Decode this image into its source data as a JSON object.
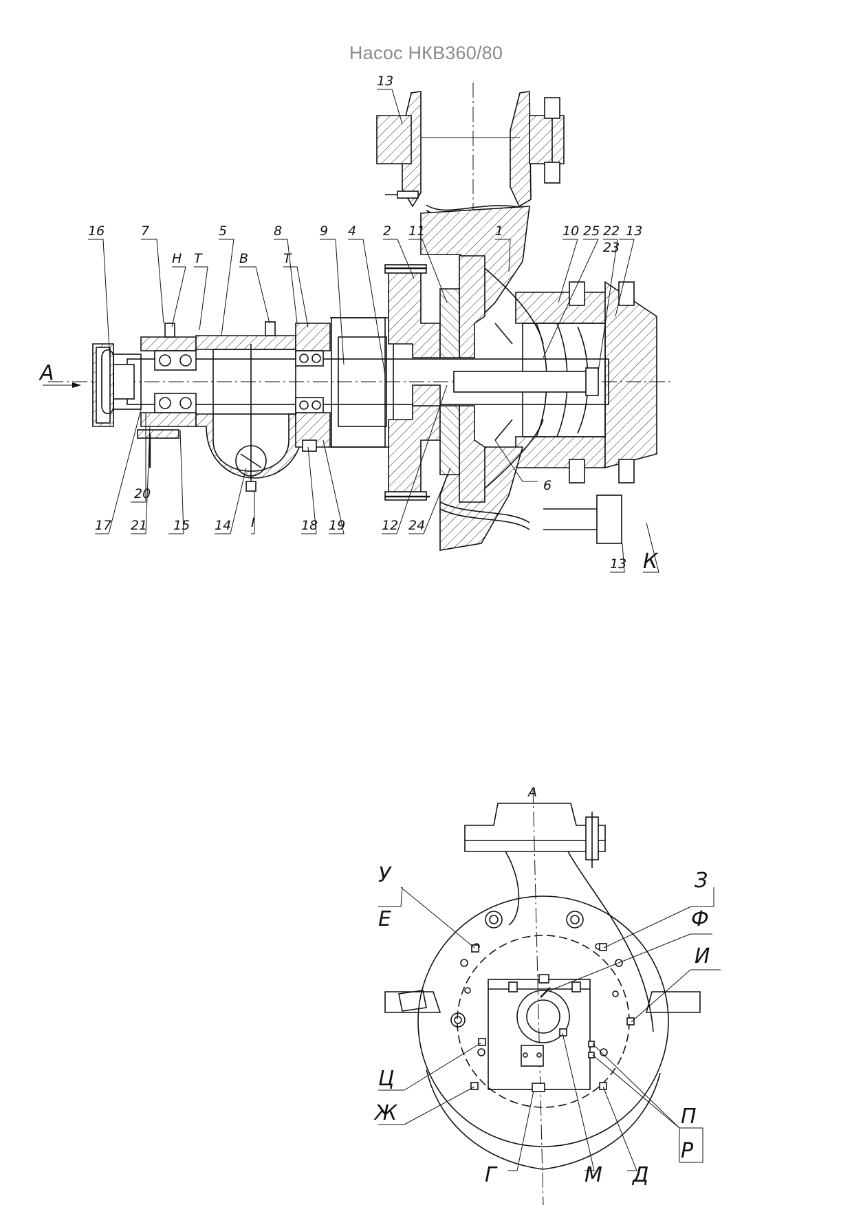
{
  "title": "Насос НКВ360/80",
  "section_view": {
    "direction_label": "А",
    "callouts": {
      "c16": "16",
      "c7": "7",
      "cH": "Н",
      "cT1": "Т",
      "c5": "5",
      "cB": "В",
      "c8": "8",
      "cT2": "Т",
      "c9": "9",
      "c4": "4",
      "c2": "2",
      "c11": "11",
      "c1": "1",
      "c10": "10",
      "c25": "25",
      "c22": "22",
      "c23": "23",
      "c13a": "13",
      "c13top": "13",
      "c17": "17",
      "c20": "20",
      "c21": "21",
      "c15": "15",
      "c14": "14",
      "cI": "I",
      "c18": "18",
      "c19": "19",
      "c12": "12",
      "c24": "24",
      "c6": "6",
      "c13b": "13",
      "cK": "К"
    }
  },
  "end_view": {
    "view_label": "А",
    "callouts": {
      "cU": "У",
      "cE": "Е",
      "cZ": "З",
      "cF": "Ф",
      "cI": "И",
      "cTs": "Ц",
      "cZh": "Ж",
      "cP": "П",
      "cR": "Р",
      "cG": "Г",
      "cM": "М",
      "cD": "Д"
    }
  }
}
